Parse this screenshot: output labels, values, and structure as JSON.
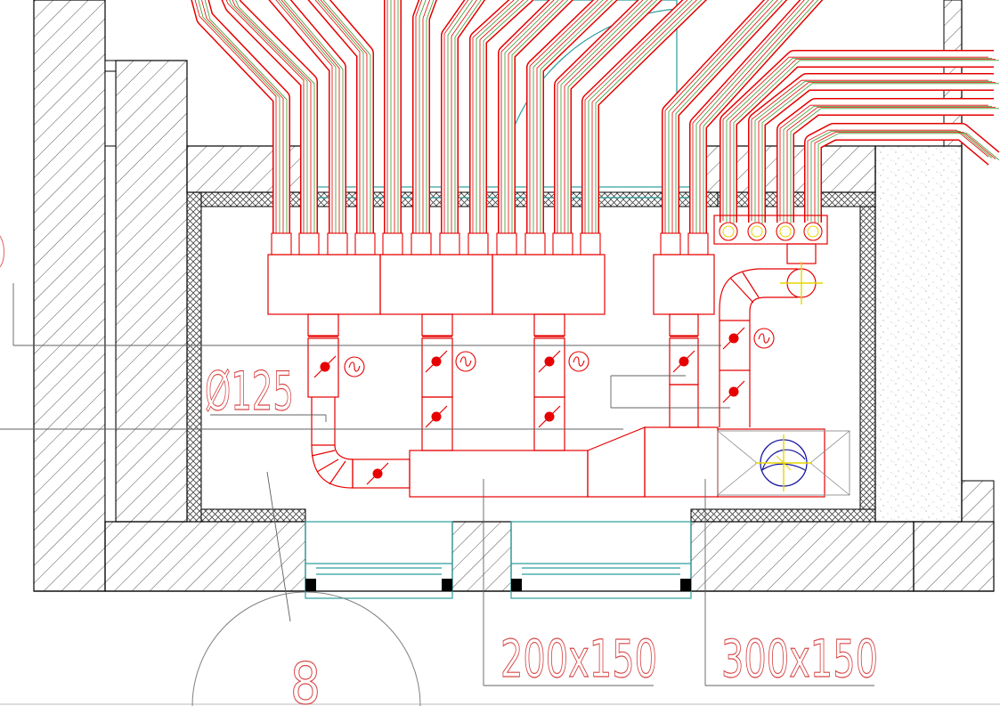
{
  "drawing": {
    "labels": {
      "round_duct": "Ø125",
      "duct_left": "200x150",
      "duct_right": "300x150",
      "axis_bubble": "8"
    },
    "colors": {
      "duct": "#e60000",
      "wall_outline": "#000000",
      "hatch": "#555555",
      "window": "#2a9d9d",
      "leader": "#606060",
      "fan_circle": "#1a1aa0",
      "fan_axis": "#e6d600",
      "flex_green": "#3c9a2a",
      "insulation": "#444444",
      "stipple": "#9a9a9a"
    },
    "symbols": {
      "damper": "damper-icon",
      "fire_damper": "fire-damper-icon",
      "fan": "fan-icon",
      "silencer": "silencer-icon"
    }
  }
}
